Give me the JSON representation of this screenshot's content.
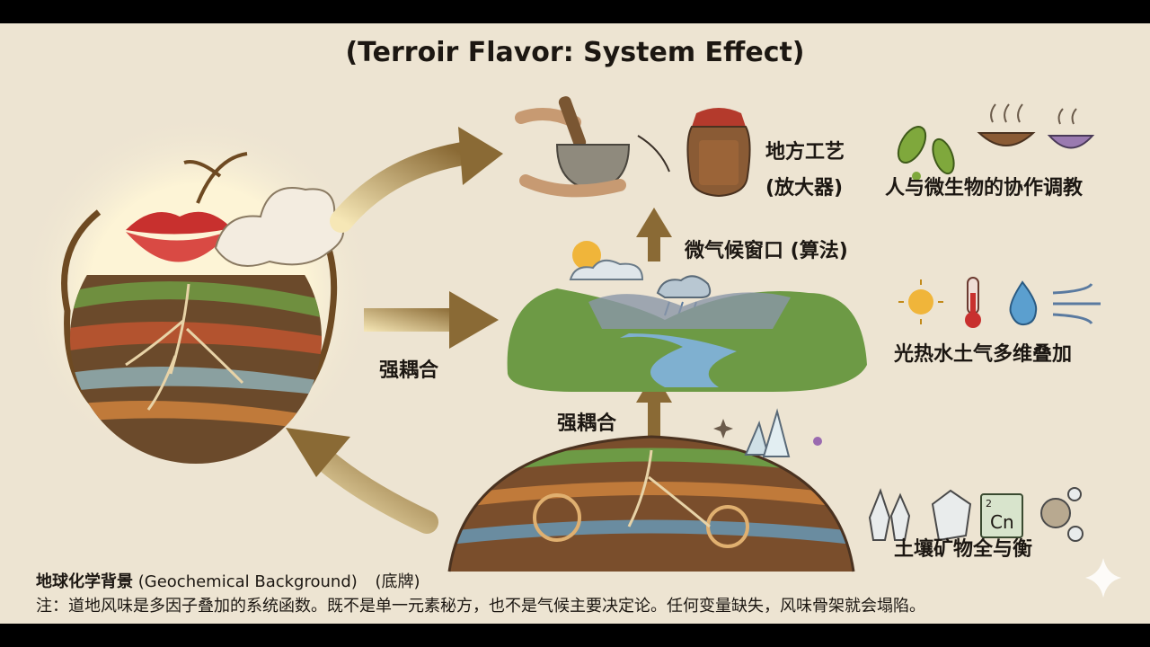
{
  "title": "(Terroir Flavor: System Effect)",
  "labels": {
    "craft_line1": "地方工艺",
    "craft_line2": "(放大器)",
    "microbes": "人与微生物的协作调教",
    "microclimate": "微气候窗口 (算法)",
    "coupling_left": "强耦合",
    "coupling_mid": "强耦合",
    "climate_factors": "光热水土气多维叠加",
    "soil_minerals": "土壤矿物全与衡"
  },
  "footer": {
    "background_label": "地球化学背景",
    "background_en": "(Geochemical Background)",
    "background_note": "(底牌)",
    "note": "注：道地风味是多因子叠加的系统函数。既不是单一元素秘方，也不是气候主要决定论。任何变量缺失，风味骨架就会塌陷。"
  },
  "icons": [
    "lips-icon",
    "breath-cloud-icon",
    "soil-roots-icon",
    "mortar-pestle-icon",
    "ferment-jar-icon",
    "microbe-icon",
    "steaming-bowl-icon",
    "sun-cloud-icon",
    "rain-cloud-icon",
    "valley-river-icon",
    "sun-icon",
    "thermometer-icon",
    "water-drop-icon",
    "wind-icon",
    "earth-strata-icon",
    "crystal-icon",
    "gem-icon",
    "element-cn-icon",
    "molecule-icon",
    "sparkle-icon"
  ],
  "element_symbol": "Cn",
  "element_number": "2",
  "colors": {
    "background": "#ede4d2",
    "arrow": "#8a6a35",
    "text": "#1c1712"
  }
}
